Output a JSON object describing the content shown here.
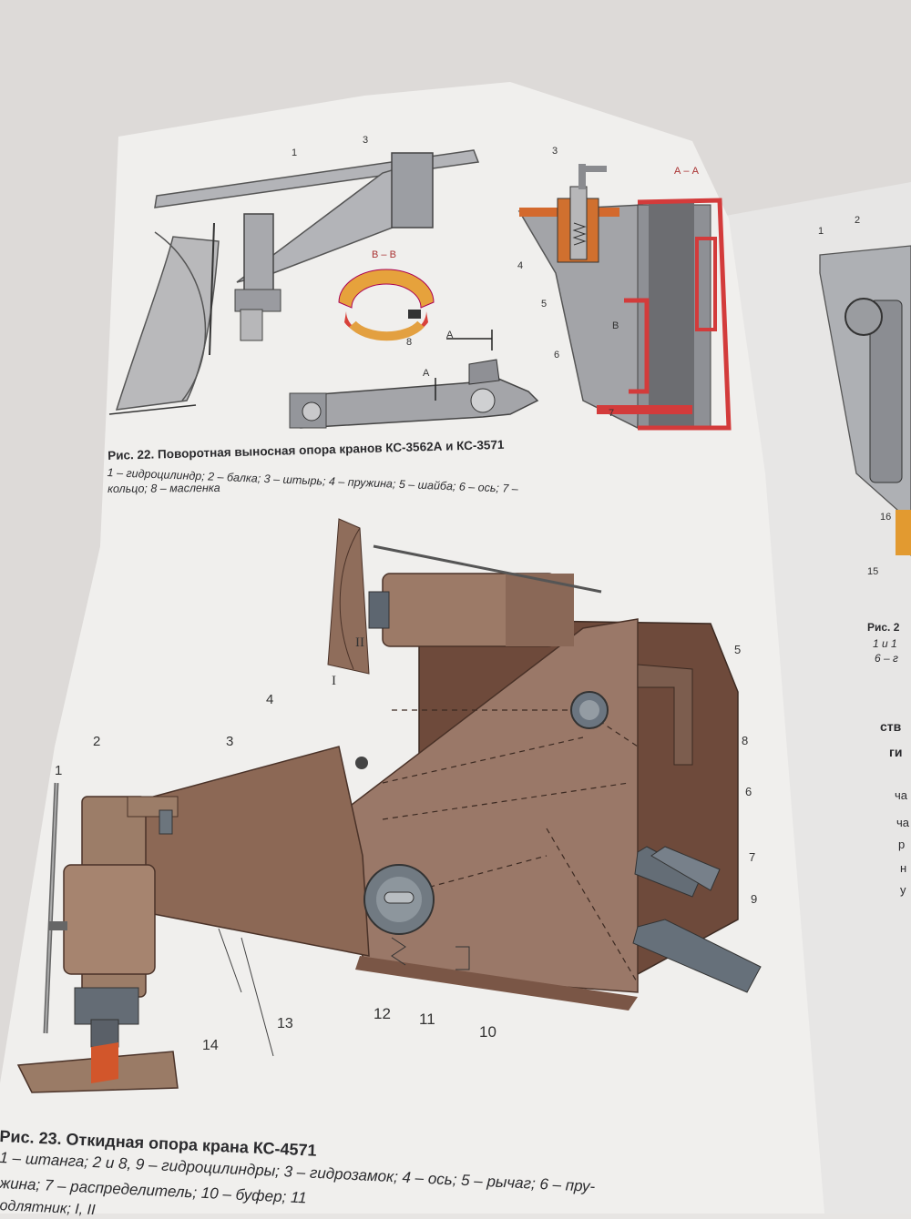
{
  "left_page": {
    "fig22": {
      "caption": "Рис. 22. Поворотная выносная опора кранов КС-3562А и КС-3571",
      "legend_line1": "1 – гидроцилиндр; 2 – балка; 3 – штырь; 4 – пружина; 5 – шайба; 6 – ось; 7 –",
      "legend_line2": "кольцо; 8 – масленка",
      "section_bb": "В – В",
      "section_aa": "А – А",
      "callouts": [
        "1",
        "3",
        "3",
        "4",
        "5",
        "6",
        "7",
        "8",
        "А",
        "А",
        "В"
      ]
    },
    "fig23": {
      "caption": "Рис. 23. Откидная опора крана КС-4571",
      "legend_line1": "1 – штанга; 2 и 8, 9 – гидроцилиндры; 3 – гидрозамок; 4 – ось; 5 – рычаг; 6 – пру-",
      "legend_line2": "жина; 7 – распределитель; 10 – буфер; 11",
      "legend_line3": "одлятник; I, II",
      "callouts": [
        "1",
        "2",
        "3",
        "4",
        "5",
        "6",
        "7",
        "8",
        "9",
        "10",
        "11",
        "12",
        "13",
        "14",
        "I",
        "II"
      ]
    }
  },
  "right_page": {
    "fig_callouts": [
      "1",
      "2",
      "16",
      "15"
    ],
    "caption_fragment": "Рис. 2",
    "legend_fragment1": "1 и 1",
    "legend_fragment2": "6 – г",
    "text_fragments": [
      "ств",
      "ги",
      "ча",
      "ча",
      "р",
      "н",
      "у"
    ]
  },
  "colors": {
    "page": "#efeeec",
    "background": "#e2e0de",
    "metal": "#a9aaae",
    "brown": "#8a6a55",
    "orange": "#d36b2a",
    "red": "#d23a3a"
  }
}
